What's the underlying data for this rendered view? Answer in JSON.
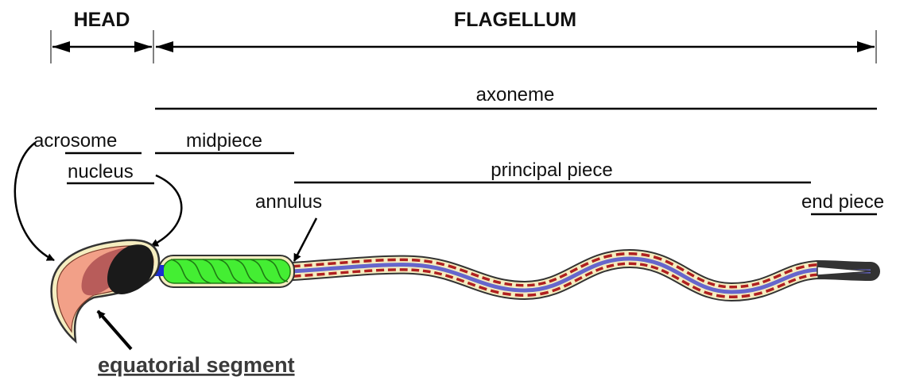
{
  "colors": {
    "acrosome": "#F2A088",
    "acrosome_inner": "#B85C5A",
    "nucleus": "#1A1A1A",
    "midpiece": "#44EE33",
    "neck": "#1A2FD0",
    "tail_outer": "#F5EDC0",
    "tail_red": "#B02020",
    "tail_blue": "#6666CC",
    "outline": "#333333"
  },
  "diagram": {
    "head_label": "HEAD",
    "flagellum_label": "FLAGELLUM",
    "axoneme_label": "axoneme",
    "midpiece_label": "midpiece",
    "principal_piece_label": "principal piece",
    "end_piece_label": "end piece",
    "acrosome_label": "acrosome",
    "nucleus_label": "nucleus",
    "annulus_label": "annulus",
    "equatorial_segment_label": "equatorial segment"
  }
}
